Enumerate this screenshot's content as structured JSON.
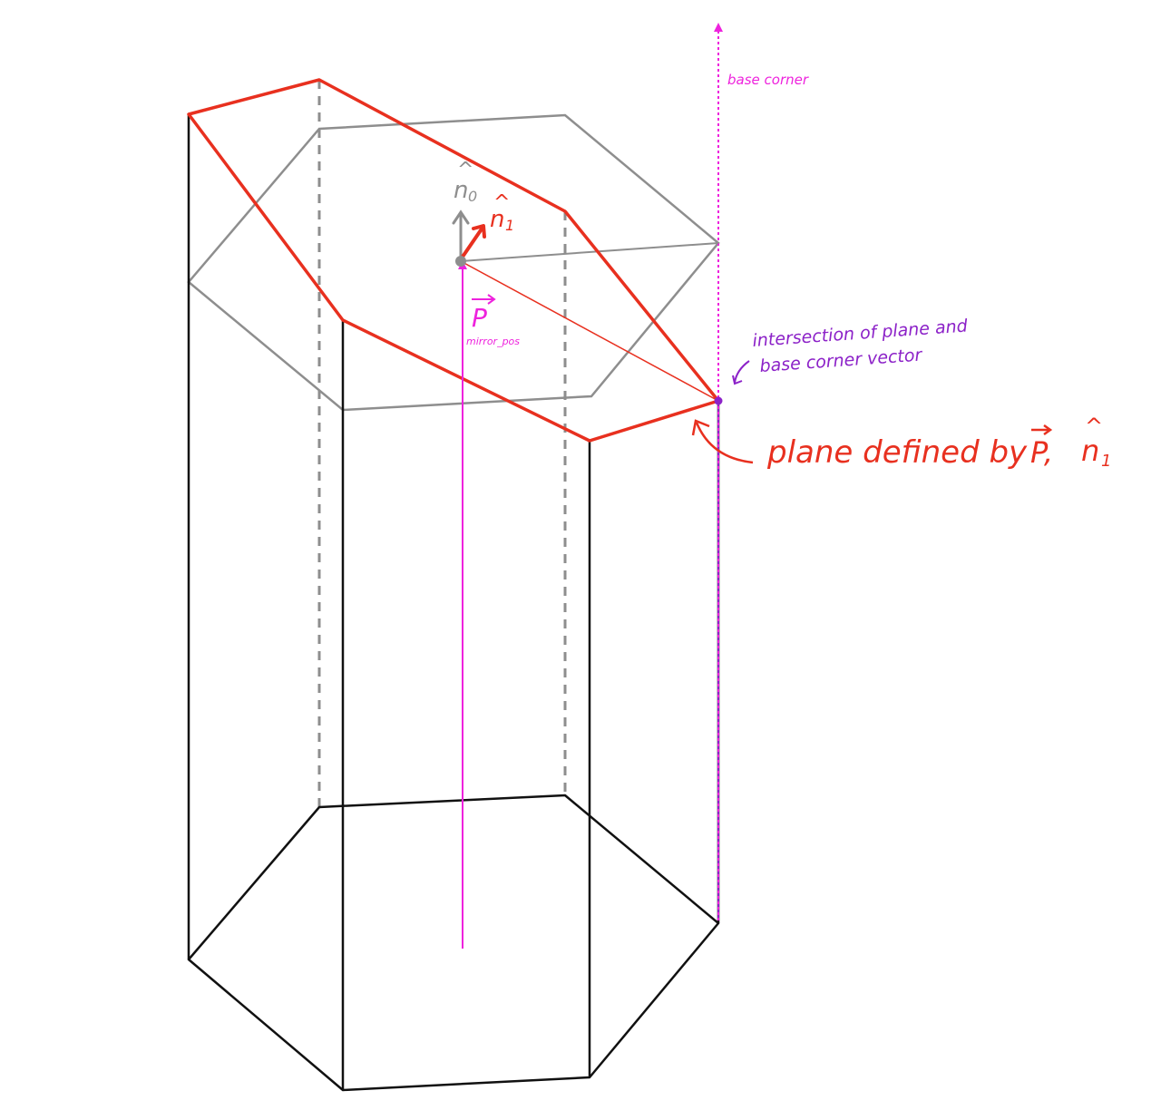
{
  "labels": {
    "n0": "n",
    "n0_sub": "0",
    "n0_hat": "^",
    "n1": "n",
    "n1_sub": "1",
    "n1_hat": "^",
    "p": "P",
    "p_sub": "mirror_pos",
    "base_corner": "base corner",
    "intersection_line1": "intersection of plane and",
    "intersection_line2": "base corner vector",
    "plane_text": "plane defined by",
    "plane_p": "P,",
    "plane_n": "n",
    "plane_n_sub": "1",
    "plane_n_hat": "^"
  },
  "colors": {
    "red": "#e8301f",
    "magenta": "#ee22dd",
    "purple": "#8c22c8",
    "gray": "#8e8e8e",
    "black": "#111111"
  }
}
